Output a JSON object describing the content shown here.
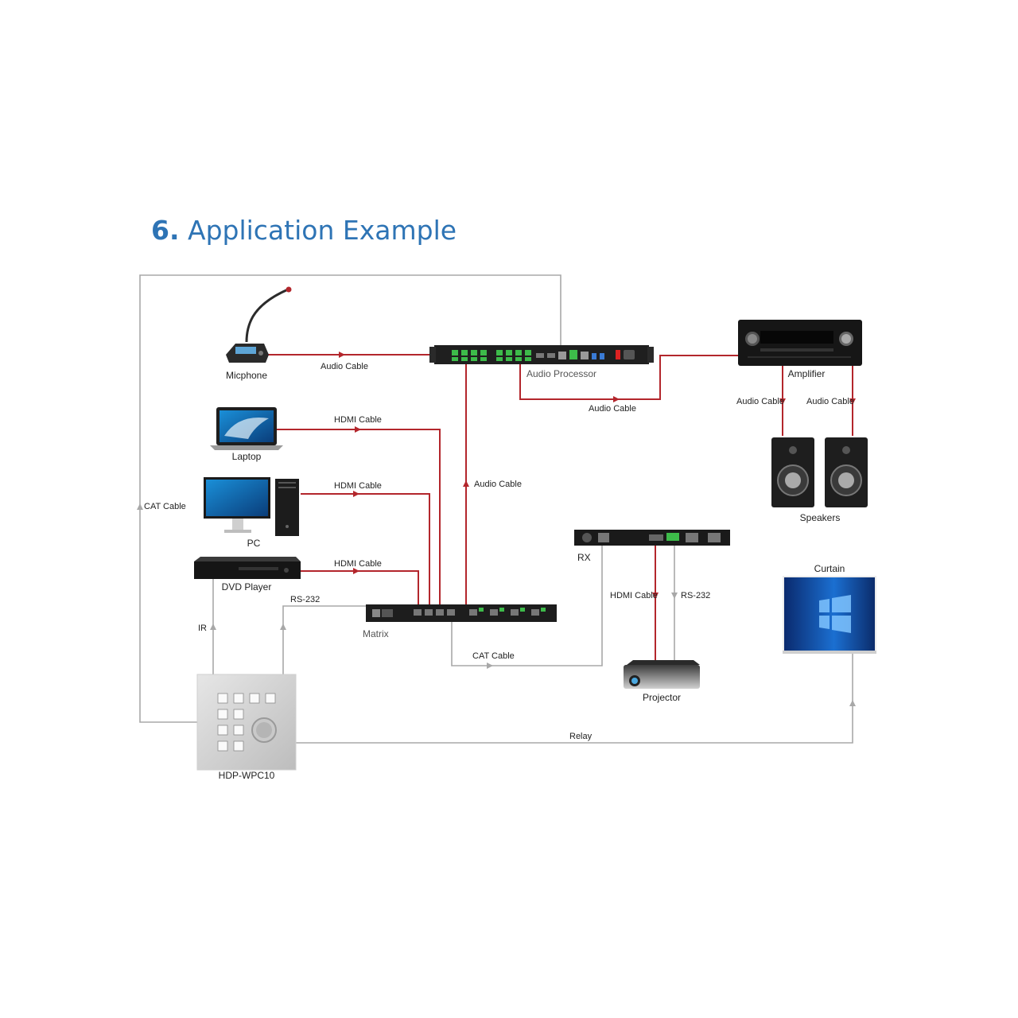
{
  "heading": {
    "number": "6.",
    "title": "Application Example"
  },
  "devices": {
    "microphone": "Micphone",
    "laptop": "Laptop",
    "pc": "PC",
    "dvd": "DVD Player",
    "audio_processor": "Audio Processor",
    "amplifier": "Amplifier",
    "speakers": "Speakers",
    "matrix": "Matrix",
    "rx": "RX",
    "projector": "Projector",
    "curtain": "Curtain",
    "keypad": "HDP-WPC10"
  },
  "cables": {
    "mic_audio": "Audio Cable",
    "laptop_hdmi": "HDMI Cable",
    "pc_hdmi": "HDMI Cable",
    "dvd_hdmi": "HDMI Cable",
    "matrix_audio": "Audio Cable",
    "processor_amp_audio": "Audio Cable",
    "amp_speaker_left": "Audio Cable",
    "amp_speaker_right": "Audio Cable",
    "keypad_cat": "CAT Cable",
    "matrix_rx_cat": "CAT Cable",
    "rx_proj_hdmi": "HDMI Cable",
    "rx_proj_rs232": "RS-232",
    "keypad_matrix_rs232": "RS-232",
    "keypad_dvd_ir": "IR",
    "keypad_curtain_relay": "Relay"
  },
  "colors": {
    "heading": "#2e74b5",
    "signal_cable": "#b3262c",
    "control_cable": "#a8a8a8"
  }
}
